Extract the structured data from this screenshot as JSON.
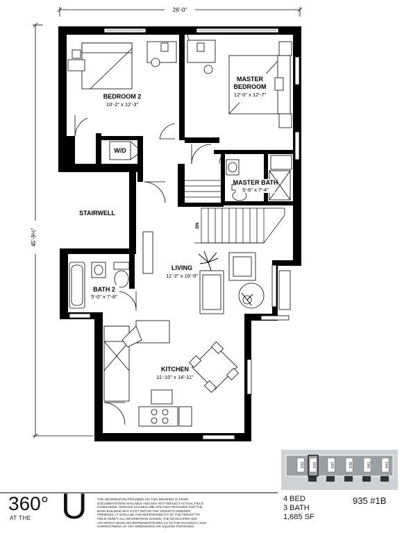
{
  "dimensions": {
    "width_label": "26'-0\"",
    "height_label": "45'-9½\""
  },
  "rooms": {
    "bedroom2": {
      "name": "BEDROOM 2",
      "dims": "10'-2\" x 12'-3\""
    },
    "master_bedroom": {
      "name_line1": "MASTER",
      "name_line2": "BEDROOM",
      "dims": "12'-0\" x 12'-7\""
    },
    "master_bath": {
      "name": "MASTER BATH",
      "dims": "5'-6\" x 7'-4\""
    },
    "wd": {
      "name": "W/D"
    },
    "stairwell": {
      "name": "STAIRWELL"
    },
    "living": {
      "name": "LIVING",
      "dims": "11'-2\" x 16'-9\""
    },
    "bath2": {
      "name": "BATH 2",
      "dims": "5'-0\" x 7'-8\""
    },
    "kitchen": {
      "name": "KITCHEN",
      "dims": "11'-10\" x 14'-11\""
    }
  },
  "stair_label": "DN",
  "keyplan": {
    "units": [
      "933",
      "935",
      "937",
      "939",
      "941",
      "943"
    ]
  },
  "footer": {
    "logo_number": "360°",
    "logo_at": "AT THE",
    "logo_letter": "U",
    "disclaimer": "The information provided on this drawing is from documentation available and may not reflect actual field conditions. Service chases and utilities provided for the base building may exist within the tenant's demised premises. It shall be the responsibility of the tenant to field-verify all information shown. The developer and architect make no representations as to the accuracy and correctness of any dimensions or square footages.",
    "beds": "4 BED",
    "baths": "3 BATH",
    "area": "1,685 SF",
    "unit": "935 #1B"
  }
}
